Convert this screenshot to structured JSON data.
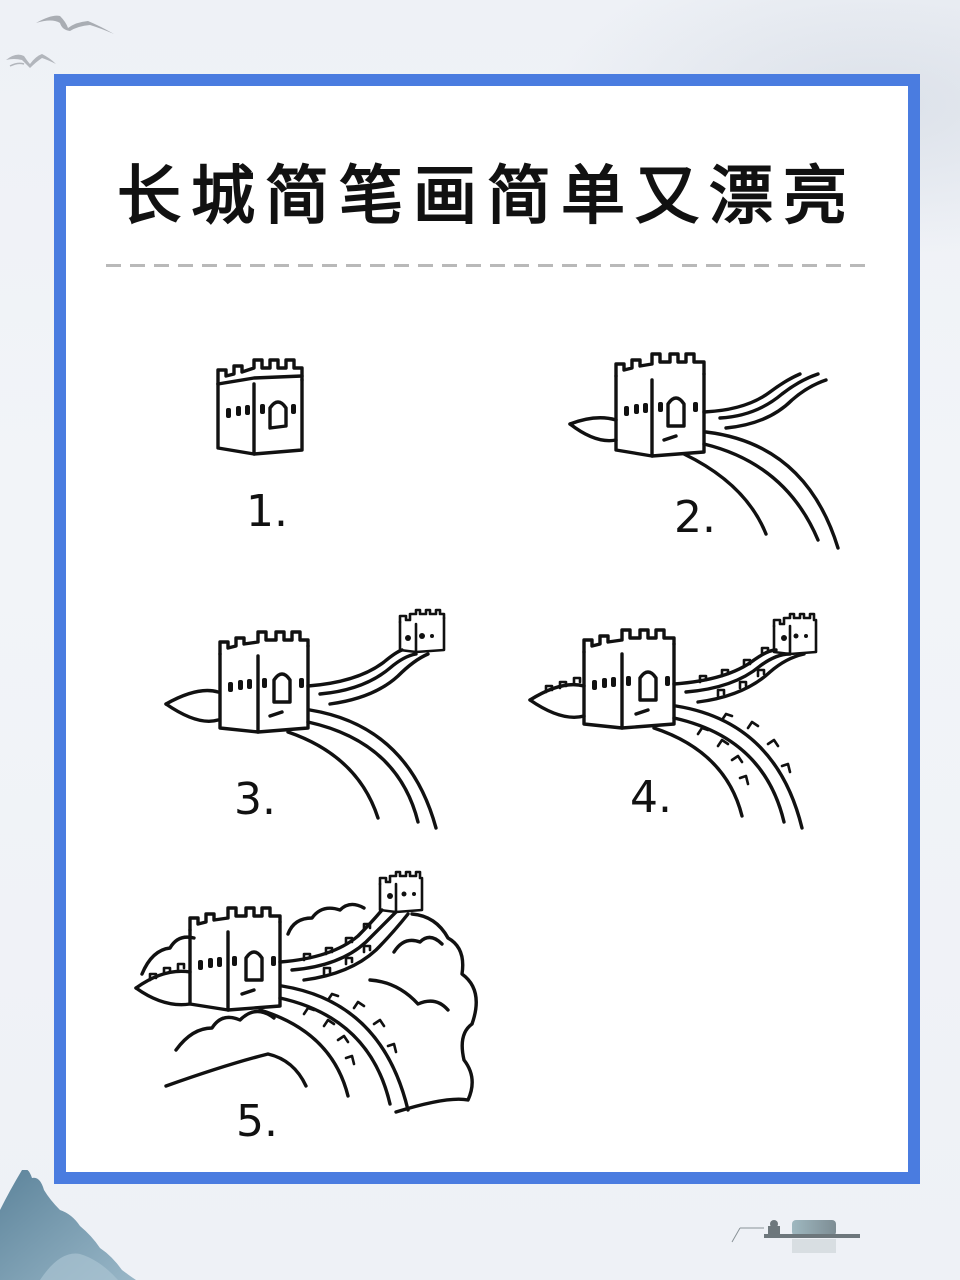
{
  "page": {
    "title": "长城简笔画简单又漂亮",
    "accent_color": "#4a7ce0",
    "background_color": "#eef1f6",
    "divider_color": "#b9b9b9"
  },
  "decorations": {
    "top_left": "seagulls-icon",
    "bottom_left": "ink-mountain-icon",
    "bottom_right": "fishing-boat-icon"
  },
  "steps": [
    {
      "number": "1.",
      "description": "watchtower"
    },
    {
      "number": "2.",
      "description": "watchtower with wall curves"
    },
    {
      "number": "3.",
      "description": "add distant watchtower"
    },
    {
      "number": "4.",
      "description": "add battlements along wall"
    },
    {
      "number": "5.",
      "description": "add clouds and hills"
    }
  ]
}
